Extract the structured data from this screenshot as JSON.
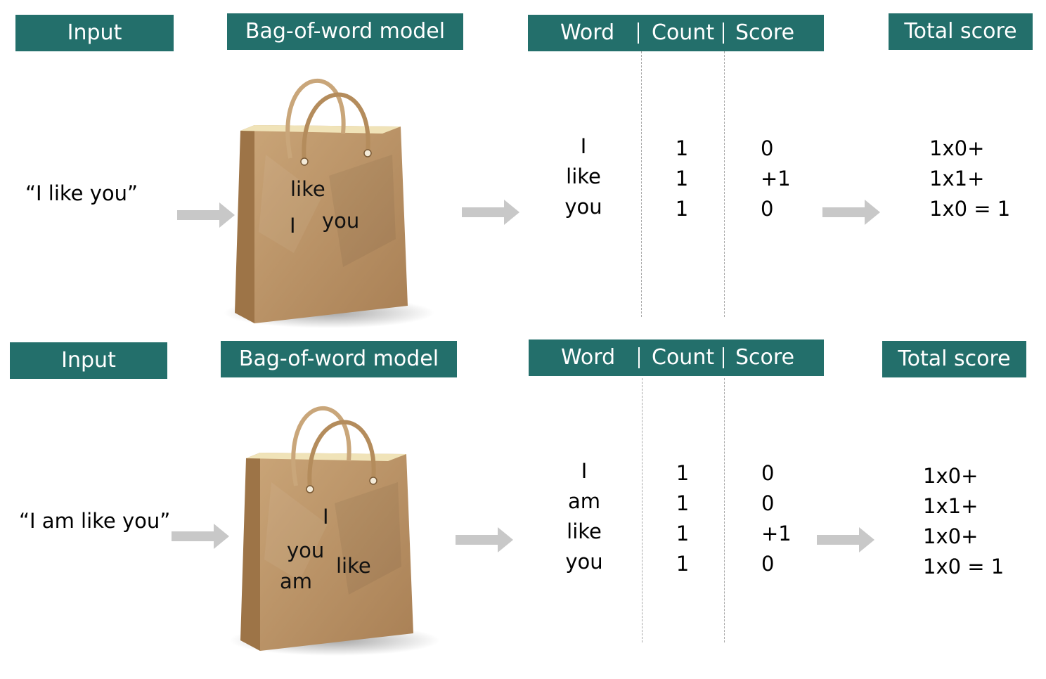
{
  "rows": [
    {
      "headers": {
        "input": "Input",
        "model": "Bag-of-word model",
        "word": "Word",
        "count": "Count",
        "score": "Score",
        "total": "Total score"
      },
      "sentence": "“I like you”",
      "bag_words": [
        "like",
        "I",
        "you"
      ],
      "table": {
        "words": [
          "I",
          "like",
          "you"
        ],
        "counts": [
          "1",
          "1",
          "1"
        ],
        "scores": [
          "0",
          "+1",
          "0"
        ]
      },
      "total_lines": [
        "1x0+",
        "1x1+",
        "1x0 = 1"
      ]
    },
    {
      "headers": {
        "input": "Input",
        "model": "Bag-of-word model",
        "word": "Word",
        "count": "Count",
        "score": "Score",
        "total": "Total score"
      },
      "sentence": "“I am like you”",
      "bag_words": [
        "I",
        "you",
        "like",
        "am"
      ],
      "table": {
        "words": [
          "I",
          "am",
          "like",
          "you"
        ],
        "counts": [
          "1",
          "1",
          "1",
          "1"
        ],
        "scores": [
          "0",
          "0",
          "+1",
          "0"
        ]
      },
      "total_lines": [
        "1x0+",
        "1x1+",
        "1x0+",
        "1x0 = 1"
      ]
    }
  ],
  "colors": {
    "header_bg": "#236f6b",
    "header_text": "#ffffff",
    "arrow": "#c8c8c8",
    "bag": "#b48c5c"
  }
}
